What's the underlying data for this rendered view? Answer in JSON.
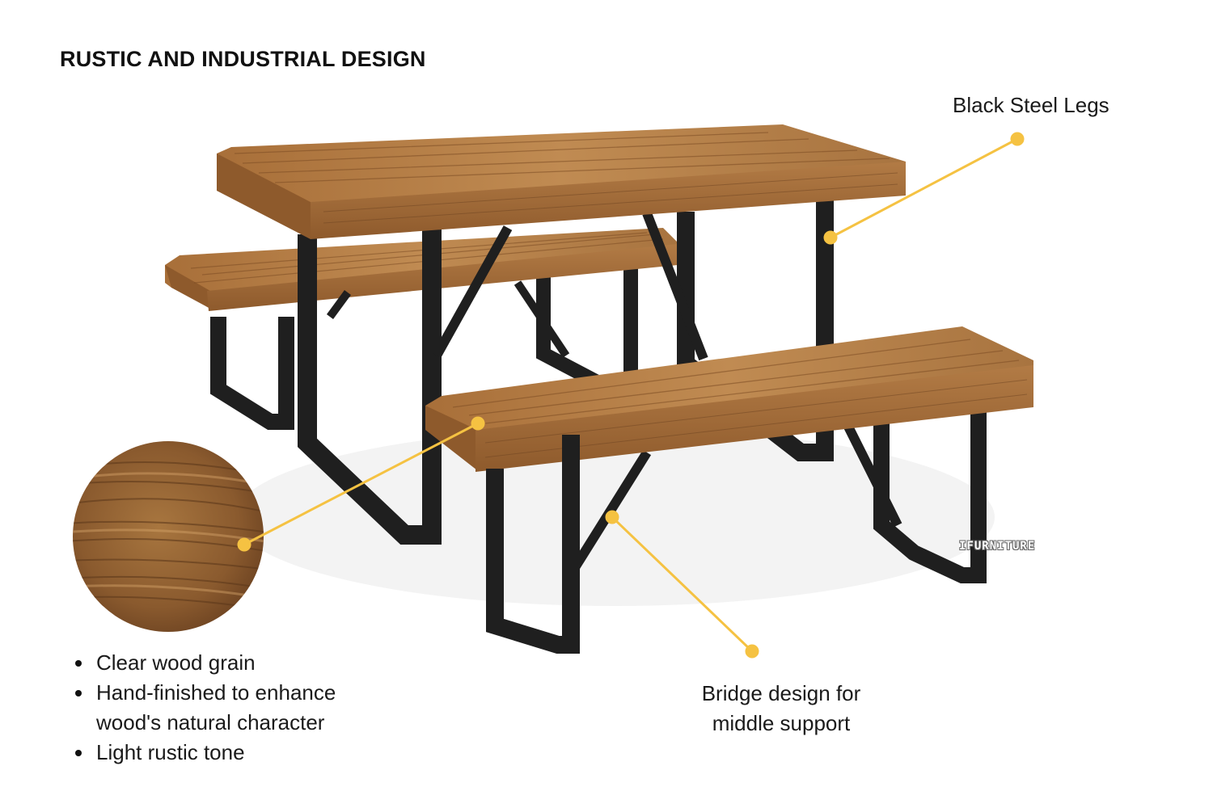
{
  "heading": "RUSTIC AND INDUSTRIAL DESIGN",
  "callouts": {
    "legs": "Black Steel Legs",
    "bridge_line1": "Bridge design for",
    "bridge_line2": "middle support"
  },
  "features": [
    "Clear wood grain",
    "Hand-finished to enhance wood's natural character",
    "Light rustic tone"
  ],
  "watermark": "IFURNITURE",
  "colors": {
    "callout_accent": "#F5C242",
    "wood": "#B27D45",
    "steel": "#222222"
  }
}
